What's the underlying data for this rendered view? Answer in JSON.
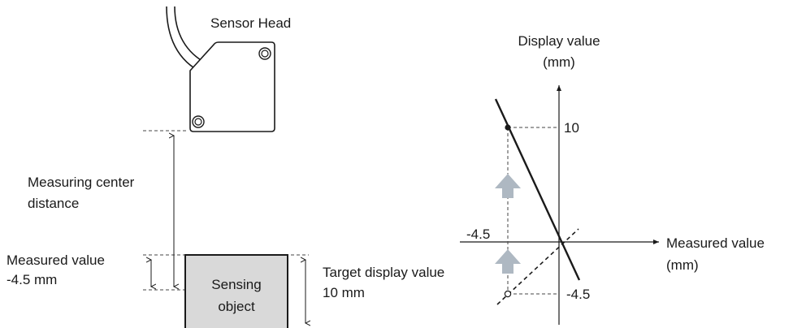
{
  "sensor": {
    "label": "Sensor Head"
  },
  "left_diagram": {
    "measuring_center_line1": "Measuring center",
    "measuring_center_line2": "distance",
    "measured_value_line1": "Measured value",
    "measured_value_line2": "-4.5 mm",
    "target_display_line1": "Target display value",
    "target_display_line2": "10 mm",
    "object_line1": "Sensing",
    "object_line2": "object"
  },
  "graph": {
    "y_label_line1": "Display value",
    "y_label_line2": "(mm)",
    "x_label_line1": "Measured value",
    "x_label_line2": "(mm)",
    "tick_top": "10",
    "tick_left": "-4.5",
    "tick_bottom": "-4.5"
  },
  "colors": {
    "line": "#1a1a1a",
    "dashed": "#444444",
    "object_fill": "#d9d9d9",
    "arrow_fill": "#aeb8c2"
  }
}
